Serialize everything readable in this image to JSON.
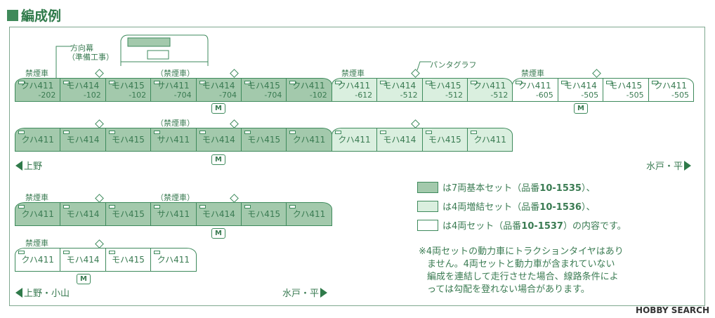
{
  "title": "編成例",
  "annotations": {
    "direction_curtain": "方向幕",
    "prep_work": "（準備工事）",
    "pantograph": "パンタグラフ",
    "no_smoking": "禁煙車",
    "no_smoking_paren": "（禁煙車）"
  },
  "motor_label": "M",
  "rows": [
    {
      "cars": [
        {
          "name": "クハ411",
          "no": "-202",
          "color": "dark"
        },
        {
          "name": "モハ414",
          "no": "-102",
          "color": "dark"
        },
        {
          "name": "モハ415",
          "no": "-102",
          "color": "dark"
        },
        {
          "name": "サハ411",
          "no": "-704",
          "color": "dark"
        },
        {
          "name": "モハ414",
          "no": "-704",
          "color": "dark"
        },
        {
          "name": "モハ415",
          "no": "-704",
          "color": "dark"
        },
        {
          "name": "クハ411",
          "no": "-102",
          "color": "dark"
        },
        {
          "name": "クハ411",
          "no": "-612",
          "color": "light"
        },
        {
          "name": "モハ414",
          "no": "-512",
          "color": "light"
        },
        {
          "name": "モハ415",
          "no": "-512",
          "color": "light"
        },
        {
          "name": "クハ411",
          "no": "-512",
          "color": "light"
        },
        {
          "name": "クハ411",
          "no": "-605",
          "color": "white"
        },
        {
          "name": "モハ414",
          "no": "-505",
          "color": "white"
        },
        {
          "name": "モハ415",
          "no": "-505",
          "color": "white"
        },
        {
          "name": "クハ411",
          "no": "-505",
          "color": "white"
        }
      ]
    },
    {
      "cars": [
        {
          "name": "クハ411",
          "color": "dark"
        },
        {
          "name": "モハ414",
          "color": "dark"
        },
        {
          "name": "モハ415",
          "color": "dark"
        },
        {
          "name": "サハ411",
          "color": "dark"
        },
        {
          "name": "モハ414",
          "color": "dark"
        },
        {
          "name": "モハ415",
          "color": "dark"
        },
        {
          "name": "クハ411",
          "color": "dark"
        },
        {
          "name": "クハ411",
          "color": "light"
        },
        {
          "name": "モハ414",
          "color": "light"
        },
        {
          "name": "モハ415",
          "color": "light"
        },
        {
          "name": "クハ411",
          "color": "light"
        }
      ]
    },
    {
      "cars": [
        {
          "name": "クハ411",
          "color": "dark"
        },
        {
          "name": "モハ414",
          "color": "dark"
        },
        {
          "name": "モハ415",
          "color": "dark"
        },
        {
          "name": "サハ411",
          "color": "dark"
        },
        {
          "name": "モハ414",
          "color": "dark"
        },
        {
          "name": "モハ415",
          "color": "dark"
        },
        {
          "name": "クハ411",
          "color": "dark"
        }
      ]
    },
    {
      "cars": [
        {
          "name": "クハ411",
          "color": "white"
        },
        {
          "name": "モハ414",
          "color": "white"
        },
        {
          "name": "モハ415",
          "color": "white"
        },
        {
          "name": "クハ411",
          "color": "white"
        }
      ]
    }
  ],
  "directions": {
    "ueno": "上野",
    "mito_taira": "水戸・平",
    "ueno_oyama": "上野・小山",
    "mito_taira_2": "水戸・平"
  },
  "legend": [
    {
      "text": "は7両基本セット（品番",
      "code": "10-1535",
      "end": "）、",
      "color": "#a3c9ac"
    },
    {
      "text": "は4両増結セット（品番",
      "code": "10-1536",
      "end": "）、",
      "color": "#daefdf"
    },
    {
      "text": "は4両セット（品番",
      "code": "10-1537",
      "end": "）の内容です。",
      "color": "#ffffff"
    }
  ],
  "note": [
    "※4両セットの動力車にトラクションタイヤはあり",
    "ません。4両セットと動力車が含まれていない",
    "編成を連結して走行させた場合、線路条件によ",
    "っては勾配を登れない場合があります。"
  ],
  "watermark": "HOBBY SEARCH"
}
